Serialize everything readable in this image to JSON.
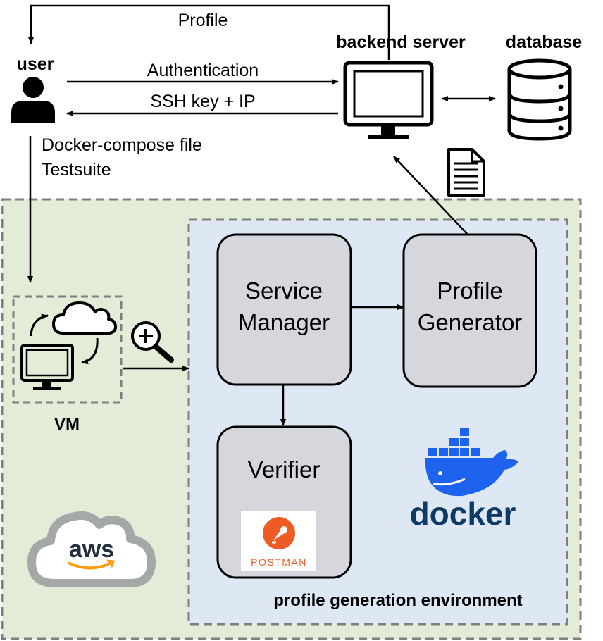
{
  "user": {
    "label": "user"
  },
  "backend": {
    "label": "backend server"
  },
  "database": {
    "label": "database"
  },
  "flows": {
    "profile": "Profile",
    "authentication": "Authentication",
    "ssh": "SSH key + IP",
    "compose": "Docker-compose file",
    "testsuite": "Testsuite"
  },
  "vm": {
    "label": "VM"
  },
  "environment": {
    "label": "profile generation environment"
  },
  "components": {
    "service_manager": [
      "Service",
      "Manager"
    ],
    "profile_generator": [
      "Profile",
      "Generator"
    ],
    "verifier": "Verifier"
  },
  "logos": {
    "aws": "aws",
    "docker": "docker",
    "postman": "POSTMAN"
  },
  "colors": {
    "outer_env_fill": "#e3ecd6",
    "inner_env_fill": "#dee8f4",
    "component_fill": "#d5d7dc",
    "docker_blue": "#1d63ed",
    "docker_text": "#0e3a66",
    "postman_orange": "#ef5b25",
    "aws_dark": "#232f3e",
    "aws_orange": "#ff9900"
  },
  "icons": [
    "user-icon",
    "monitor-icon",
    "database-icon",
    "document-icon",
    "cloud-icon",
    "zoom-in-icon",
    "docker-whale-icon",
    "postman-icon",
    "aws-cloud-icon"
  ]
}
